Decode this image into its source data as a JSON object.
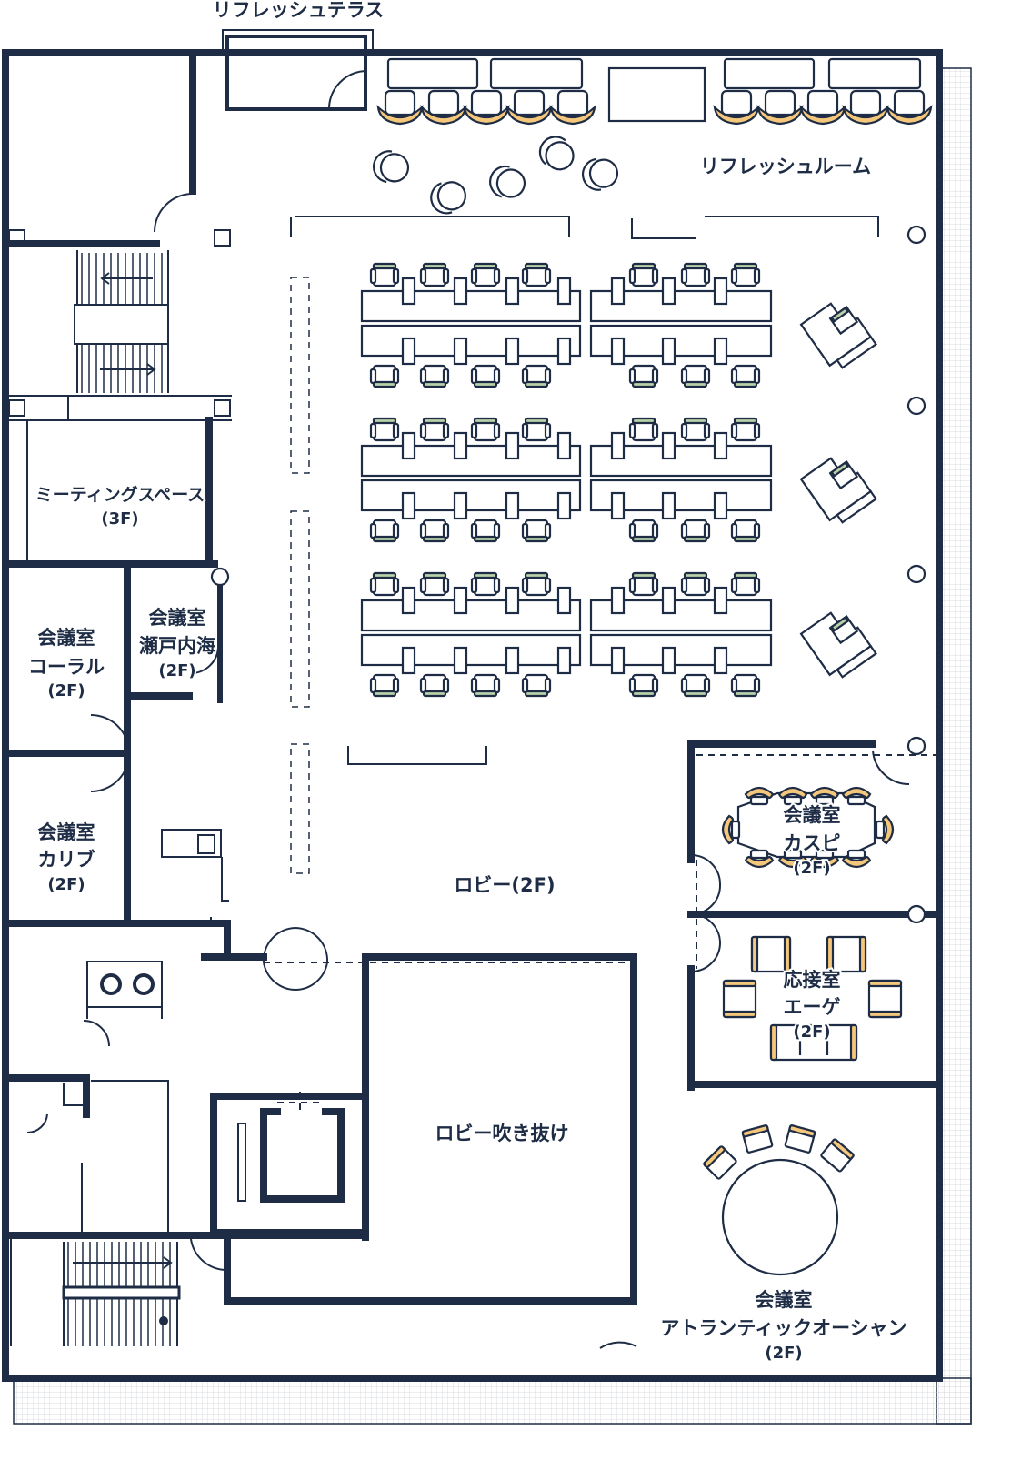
{
  "colors": {
    "wall": "#1e2d45",
    "seat_accent": "#f5c77a",
    "chair_back": "#b9d0a8",
    "grid": "#cfd3d8"
  },
  "rooms": {
    "refresh_terrace": "リフレッシュテラス",
    "refresh_room": "リフレッシュルーム",
    "meeting_space": {
      "name": "ミーティングスペース",
      "floor": "(3F)"
    },
    "coral": {
      "type": "会議室",
      "name": "コーラル",
      "floor": "(2F)"
    },
    "setonaikai": {
      "type": "会議室",
      "name": "瀬戸内海",
      "floor": "(2F)"
    },
    "caribbean": {
      "type": "会議室",
      "name": "カリブ",
      "floor": "(2F)"
    },
    "lobby": "ロビー(2F)",
    "lobby_void": "ロビー吹き抜け",
    "caspian": {
      "type": "会議室",
      "name": "カスピ",
      "floor": "(2F)"
    },
    "aegean": {
      "type": "応接室",
      "name": "エーゲ",
      "floor": "(2F)"
    },
    "atlantic": {
      "type": "会議室",
      "name": "アトランティックオーシャン",
      "floor": "(2F)"
    }
  }
}
